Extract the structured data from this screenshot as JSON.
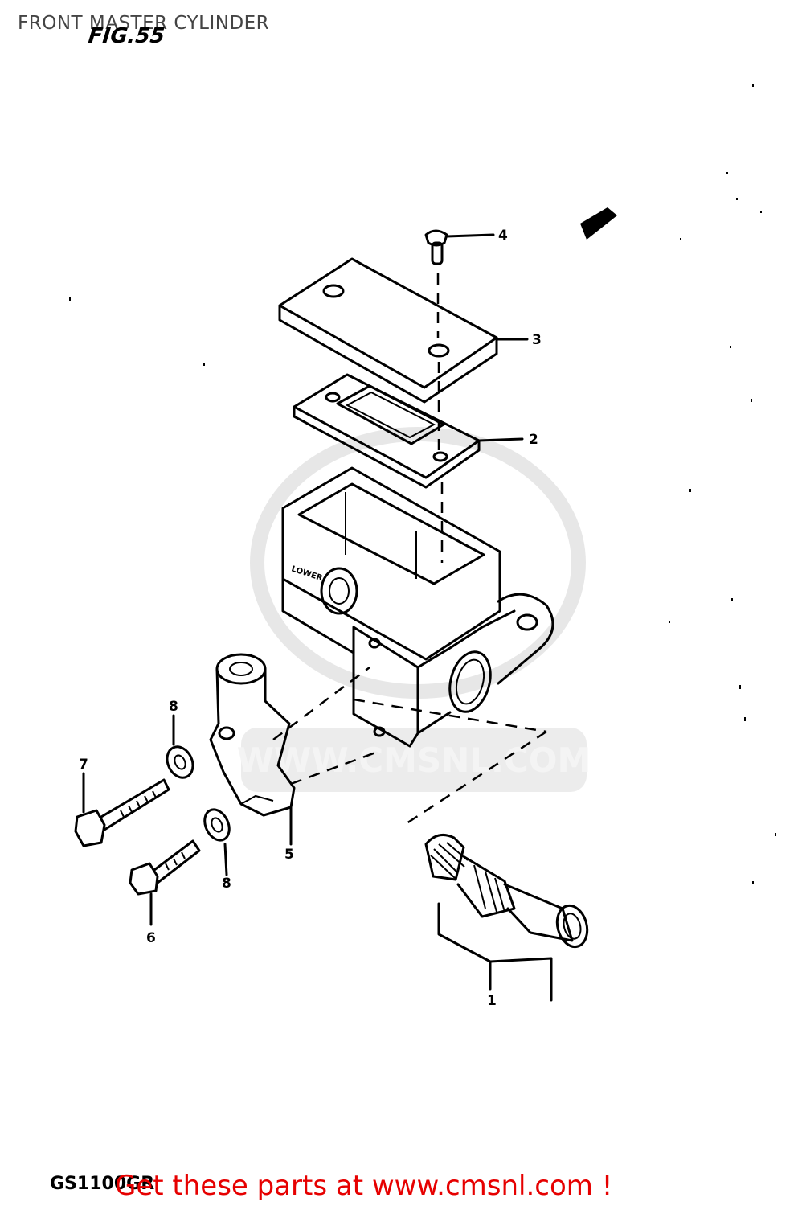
{
  "page_title": "FRONT MASTER CYLINDER",
  "figure_label": "FIG.55",
  "model_code": "GS1100GR",
  "promo_text": "Get these parts at www.cmsnl.com !",
  "watermark_text": "WWW.CMSNL.COM",
  "colors": {
    "promo": "#e60000",
    "lines": "#000000",
    "watermark": "#d8d8d8"
  },
  "callouts": [
    {
      "id": "1",
      "label": "1"
    },
    {
      "id": "2",
      "label": "2"
    },
    {
      "id": "3",
      "label": "3"
    },
    {
      "id": "4",
      "label": "4"
    },
    {
      "id": "5",
      "label": "5"
    },
    {
      "id": "6",
      "label": "6"
    },
    {
      "id": "7",
      "label": "7"
    },
    {
      "id": "8a",
      "label": "8"
    },
    {
      "id": "8b",
      "label": "8"
    }
  ]
}
